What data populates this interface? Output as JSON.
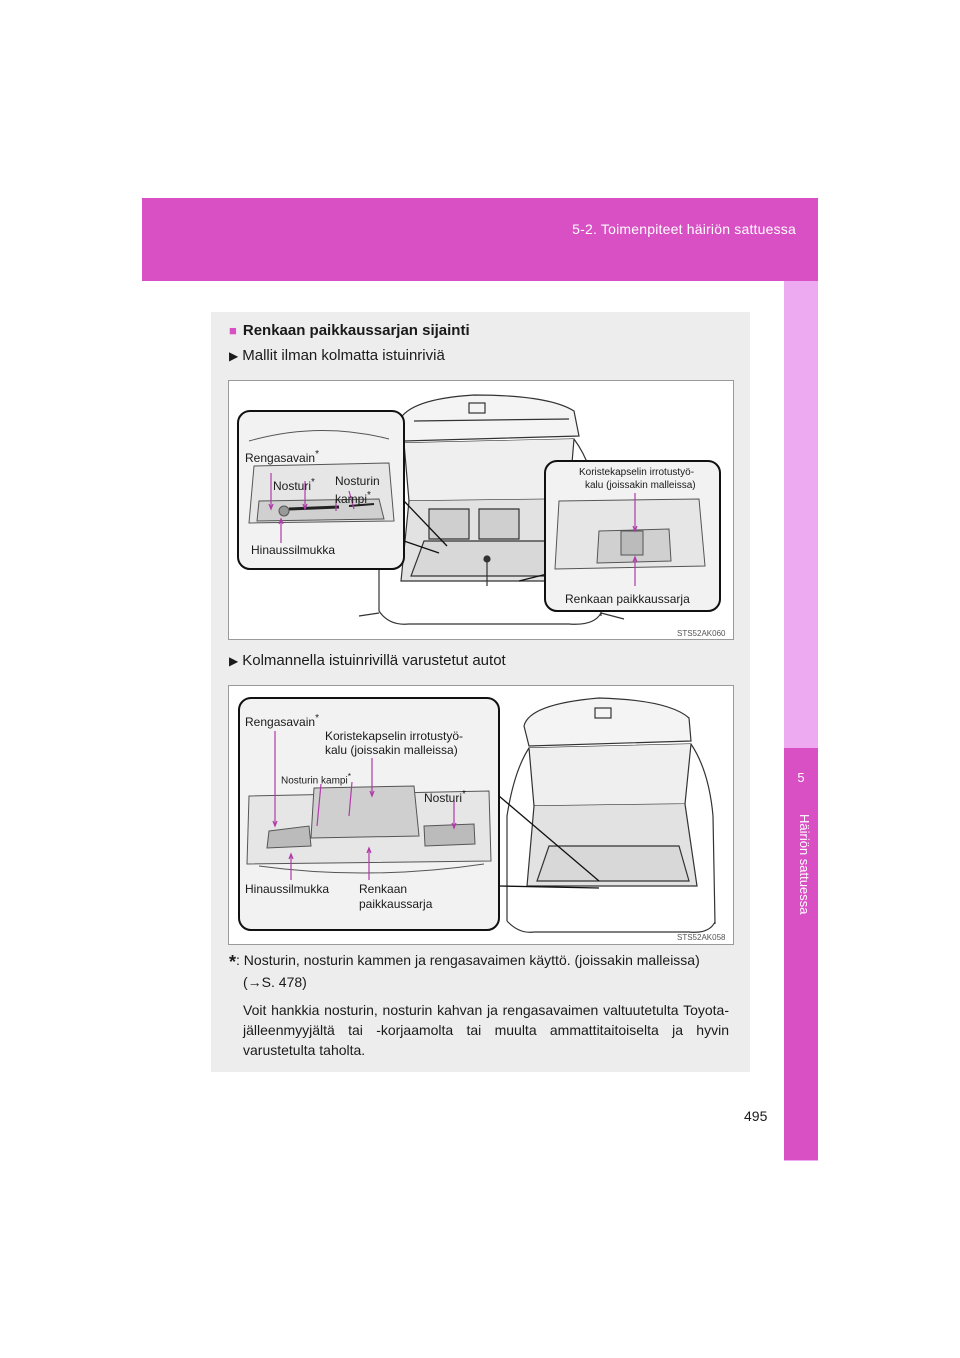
{
  "header": {
    "chapter_title": "5-2. Toimenpiteet häiriön sattuessa"
  },
  "side_tab": {
    "number": "5",
    "label": "Häiriön sattuessa"
  },
  "section": {
    "bullet": "■",
    "title": "Renkaan paikkaussarjan sijainti",
    "sub1": "Mallit ilman kolmatta istuinriviä",
    "sub2": "Kolmannella istuinrivillä varustetut autot",
    "sub_marker": "▶"
  },
  "figure1": {
    "code": "STS52AK060",
    "labels": {
      "rengasavain": "Rengasavain",
      "nosturi": "Nosturi",
      "nosturin_kampi_1": "Nosturin",
      "nosturin_kampi_2": "kampi",
      "hinaussilmukka": "Hinaussilmukka",
      "koriste_1": "Koristekapselin irrotustyö-",
      "koriste_2": "kalu (joissakin malleissa)",
      "renkaan_paikkaussarja": "Renkaan paikkaussarja"
    }
  },
  "figure2": {
    "code": "STS52AK058",
    "labels": {
      "rengasavain": "Rengasavain",
      "koriste_1": "Koristekapselin irrotustyö-",
      "koriste_2": "kalu (joissakin malleissa)",
      "nosturin_kampi": "Nosturin kampi",
      "nosturi": "Nosturi",
      "hinaussilmukka": "Hinaussilmukka",
      "renkaan_1": "Renkaan",
      "renkaan_2": "paikkaussarja"
    }
  },
  "asterisk": "*",
  "note": {
    "line1": ": Nosturin, nosturin kammen ja rengasavaimen käyttö. (joissakin malleissa)",
    "line2": "(→S. 478)",
    "paragraph": "Voit hankkia nosturin, nosturin kahvan ja rengasavaimen valtuutetulta Toyota-jälleenmyyjältä tai -korjaamolta tai muulta ammattitaitoiselta ja hyvin varustetulta taholta."
  },
  "page_number": "495",
  "colors": {
    "accent": "#d94fc4",
    "tab_light": "#eeaaf0",
    "panel": "#ededed",
    "pointer": "#b03aa8"
  }
}
